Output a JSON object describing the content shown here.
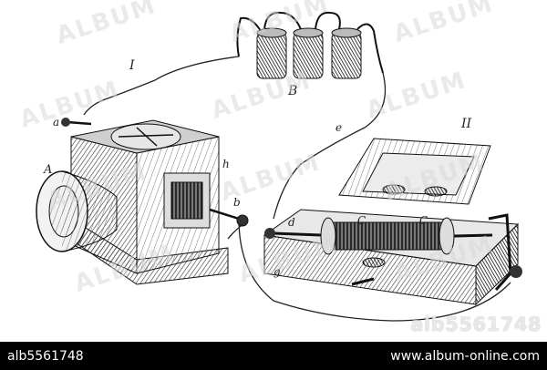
{
  "image_id_footer": "alb5561748",
  "site_url": "www.album-online.com",
  "watermark_text": "ALBUM",
  "corner_id": "alb5561748",
  "labels": {
    "section_I": "I",
    "section_II": "II",
    "battery": "B",
    "a": "a",
    "A": "A",
    "h": "h",
    "b": "b",
    "d": "d",
    "e": "e",
    "g": "g",
    "C1": "C",
    "C2": "C"
  },
  "colors": {
    "footer_bg": "#000000",
    "footer_text": "#ffffff",
    "ink": "#222222"
  }
}
